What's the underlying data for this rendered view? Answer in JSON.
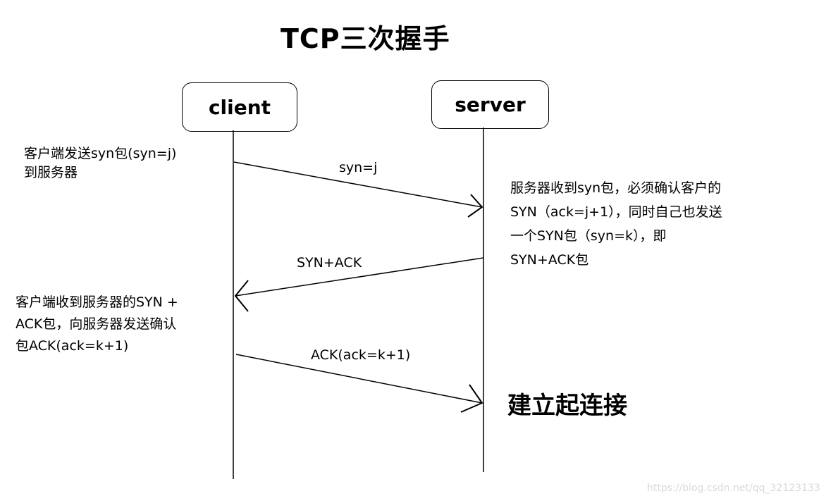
{
  "title": "TCP三次握手",
  "participants": {
    "client": "client",
    "server": "server"
  },
  "messages": [
    {
      "label": "syn=j"
    },
    {
      "label": "SYN+ACK"
    },
    {
      "label": "ACK(ack=k+1)"
    }
  ],
  "notes": {
    "client_send_syn": [
      "客户端发送syn包(syn=j)",
      "到服务器"
    ],
    "server_receive_syn": [
      "服务器收到syn包，必须确认客户的",
      "SYN（ack=j+1），同时自己也发送",
      "一个SYN包（syn=k），即",
      "SYN+ACK包"
    ],
    "client_receive_synack": [
      "客户端收到服务器的SYN +",
      "ACK包，向服务器发送确认",
      "包ACK(ack=k+1)"
    ]
  },
  "result": "建立起连接",
  "watermark": "https://blog.csdn.net/qq_32123133"
}
